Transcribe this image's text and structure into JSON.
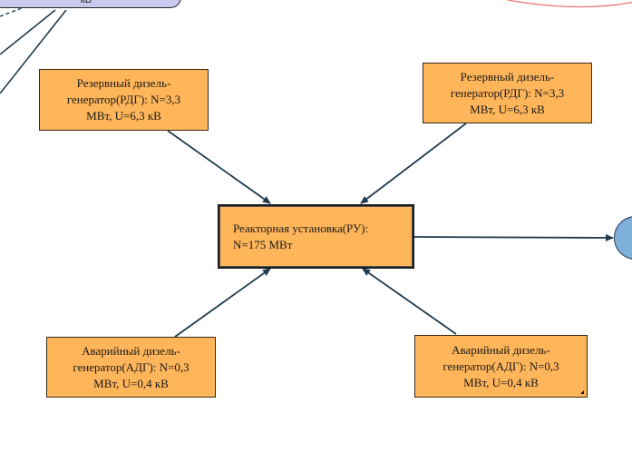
{
  "canvas": {
    "background": "#ffffff"
  },
  "colors": {
    "node_fill": "#ffb559",
    "node_border": "#3b2a14",
    "connector": "#1f3b4d",
    "top_node_fill": "#c9c9ef",
    "right_node_fill": "#7fb0db",
    "curve_line": "#e8706e"
  },
  "nodes": {
    "top_partial": {
      "text": "кВ"
    },
    "reserve_dg_left": {
      "lines": [
        "Резервный дизель-",
        "генератор(РДГ): N=3,3",
        "МВт, U=6,3 кВ"
      ]
    },
    "reserve_dg_right": {
      "lines": [
        "Резервный дизель-",
        "генератор(РДГ): N=3,3",
        "МВт, U=6,3 кВ"
      ]
    },
    "reactor": {
      "lines": [
        "Реакторная установка(РУ):",
        "N=175 МВт"
      ]
    },
    "emergency_dg_left": {
      "lines": [
        "Аварийный дизель-",
        "генератор(АДГ): N=0,3",
        "МВт, U=0,4 кВ"
      ]
    },
    "emergency_dg_right": {
      "lines": [
        "Аварийный дизель-",
        "генератор(АДГ): N=0,3",
        "МВт, U=0,4 кВ"
      ]
    }
  }
}
